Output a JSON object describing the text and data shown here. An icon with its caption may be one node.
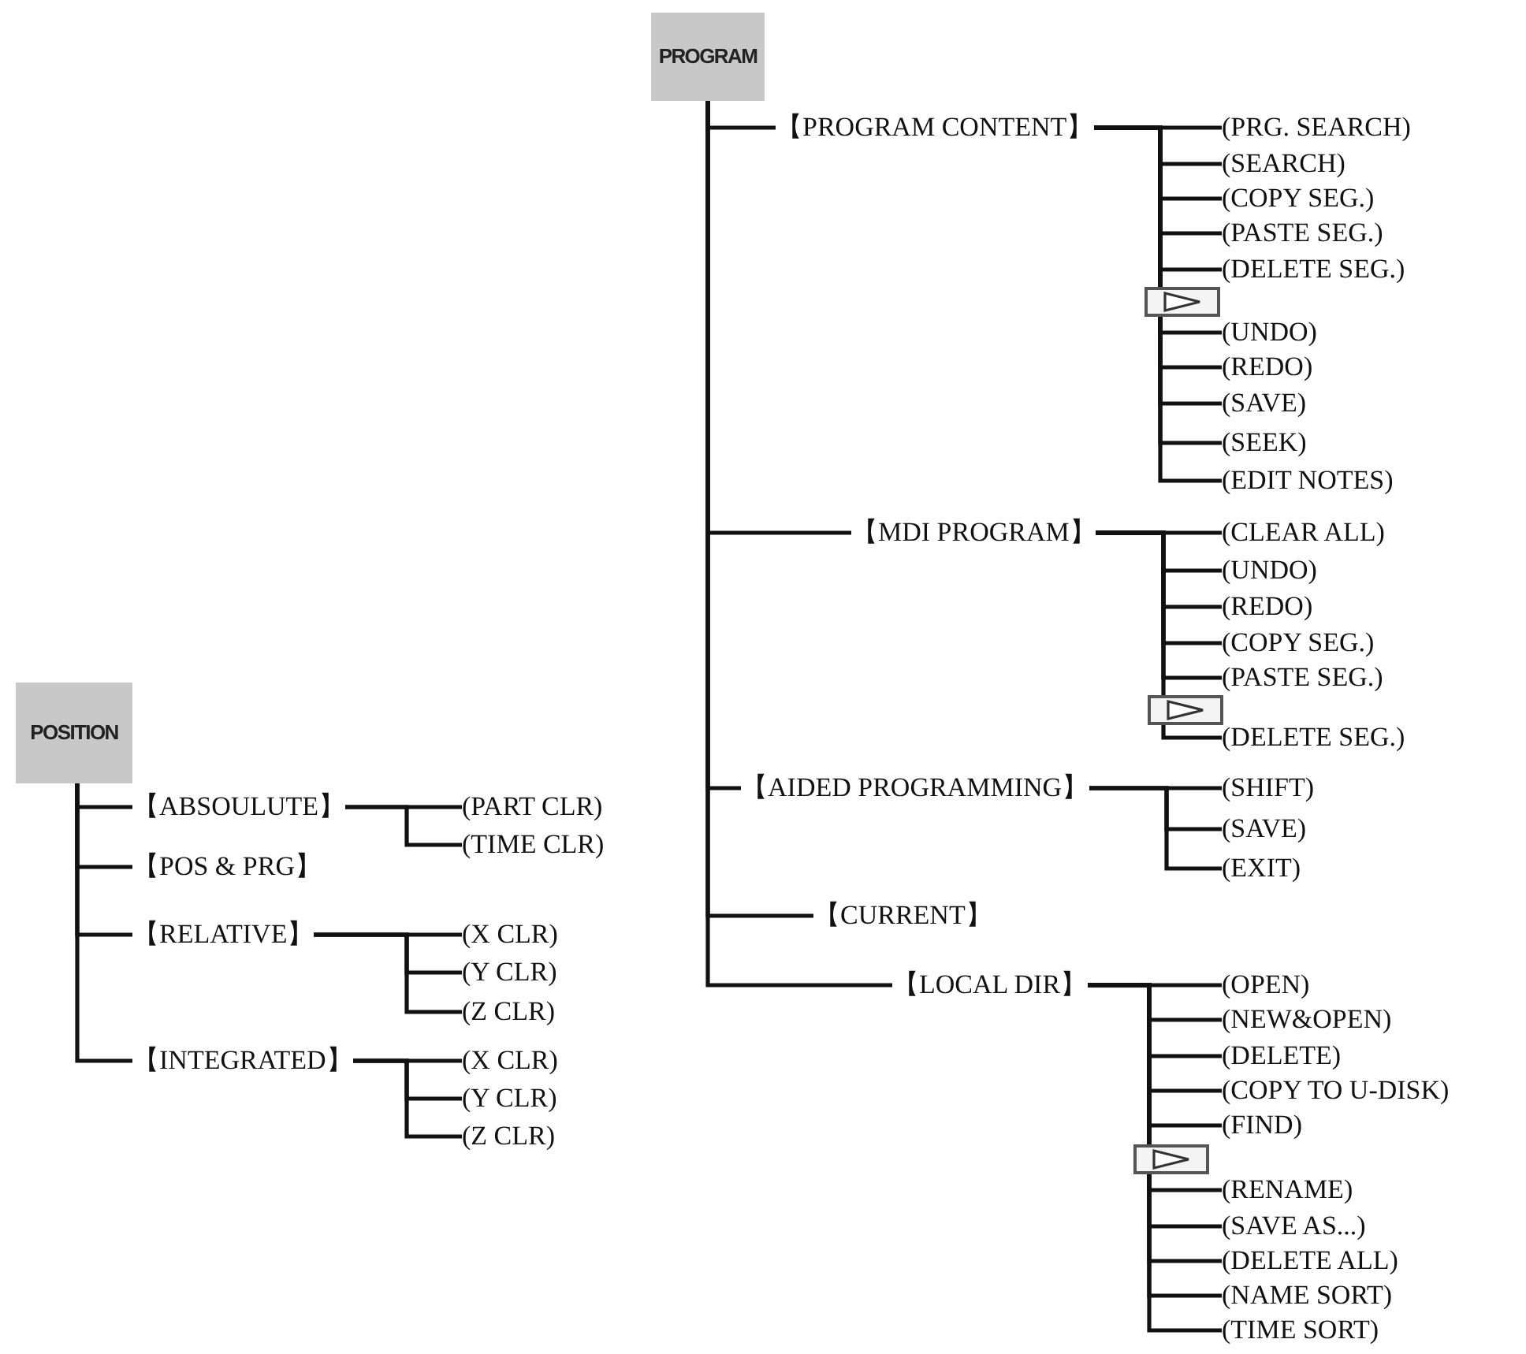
{
  "diagram": {
    "nodes": [
      {
        "text": [
          "PROGRAM"
        ]
      },
      {
        "text": [
          "【PROGRAM CONTENT】"
        ]
      },
      {
        "text": [
          "(PRG. SEARCH)"
        ]
      },
      {
        "text": [
          "(SEARCH)"
        ]
      },
      {
        "text": [
          "(COPY SEG.)"
        ]
      },
      {
        "text": [
          "(PASTE SEG.)"
        ]
      },
      {
        "text": [
          "(DELETE SEG.)"
        ]
      },
      {
        "text": [
          "(UNDO)"
        ]
      },
      {
        "text": [
          "(REDO)"
        ]
      },
      {
        "text": [
          "(SAVE)"
        ]
      },
      {
        "text": [
          "(SEEK)"
        ]
      },
      {
        "text": [
          "(EDIT NOTES)"
        ]
      },
      {
        "text": [
          "【MDI PROGRAM】"
        ]
      },
      {
        "text": [
          "(CLEAR ALL)"
        ]
      },
      {
        "text": [
          "(UNDO)"
        ]
      },
      {
        "text": [
          "(REDO)"
        ]
      },
      {
        "text": [
          "(COPY SEG.)"
        ]
      },
      {
        "text": [
          "(PASTE SEG.)"
        ]
      },
      {
        "text": [
          "(DELETE SEG.)"
        ]
      },
      {
        "text": [
          "【AIDED PROGRAMMING】"
        ]
      },
      {
        "text": [
          "(SHIFT)"
        ]
      },
      {
        "text": [
          "(SAVE)"
        ]
      },
      {
        "text": [
          "(EXIT)"
        ]
      },
      {
        "text": [
          "【CURRENT】"
        ]
      },
      {
        "text": [
          "【LOCAL DIR】"
        ]
      },
      {
        "text": [
          "(OPEN)"
        ]
      },
      {
        "text": [
          "(NEW&OPEN)"
        ]
      },
      {
        "text": [
          "(DELETE)"
        ]
      },
      {
        "text": [
          "(COPY TO U-DISK)"
        ]
      },
      {
        "text": [
          "(FIND)"
        ]
      },
      {
        "text": [
          "(RENAME)"
        ]
      },
      {
        "text": [
          "(SAVE AS...)"
        ]
      },
      {
        "text": [
          "(DELETE ALL)"
        ]
      },
      {
        "text": [
          "(NAME SORT)"
        ]
      },
      {
        "text": [
          "(TIME SORT)"
        ]
      },
      {
        "text": [
          "POSITION"
        ]
      },
      {
        "text": [
          "【ABSOULUTE】"
        ]
      },
      {
        "text": [
          "(PART CLR)"
        ]
      },
      {
        "text": [
          "(TIME CLR)"
        ]
      },
      {
        "text": [
          "【POS & PRG】"
        ]
      },
      {
        "text": [
          "【RELATIVE】"
        ]
      },
      {
        "text": [
          "(X CLR)"
        ]
      },
      {
        "text": [
          "(Y CLR)"
        ]
      },
      {
        "text": [
          "(Z CLR)"
        ]
      },
      {
        "text": [
          "【INTEGRATED】"
        ]
      },
      {
        "text": [
          "(X CLR)"
        ]
      },
      {
        "text": [
          "(Y CLR)"
        ]
      },
      {
        "text": [
          "(Z CLR)"
        ]
      }
    ],
    "edges": [
      {
        "from": 0,
        "to": 1,
        "arrow": "none"
      },
      {
        "from": 1,
        "to": 2,
        "arrow": "none"
      },
      {
        "from": 1,
        "to": 3,
        "arrow": "none"
      },
      {
        "from": 1,
        "to": 4,
        "arrow": "none"
      },
      {
        "from": 1,
        "to": 5,
        "arrow": "none"
      },
      {
        "from": 1,
        "to": 6,
        "arrow": "none"
      },
      {
        "from": 1,
        "to": 7,
        "arrow": "none"
      },
      {
        "from": 1,
        "to": 8,
        "arrow": "none"
      },
      {
        "from": 1,
        "to": 9,
        "arrow": "none"
      },
      {
        "from": 1,
        "to": 10,
        "arrow": "none"
      },
      {
        "from": 1,
        "to": 11,
        "arrow": "none"
      },
      {
        "from": 0,
        "to": 12,
        "arrow": "none"
      },
      {
        "from": 12,
        "to": 13,
        "arrow": "none"
      },
      {
        "from": 12,
        "to": 14,
        "arrow": "none"
      },
      {
        "from": 12,
        "to": 15,
        "arrow": "none"
      },
      {
        "from": 12,
        "to": 16,
        "arrow": "none"
      },
      {
        "from": 12,
        "to": 17,
        "arrow": "none"
      },
      {
        "from": 12,
        "to": 18,
        "arrow": "none"
      },
      {
        "from": 0,
        "to": 19,
        "arrow": "none"
      },
      {
        "from": 19,
        "to": 20,
        "arrow": "none"
      },
      {
        "from": 19,
        "to": 21,
        "arrow": "none"
      },
      {
        "from": 19,
        "to": 22,
        "arrow": "none"
      },
      {
        "from": 0,
        "to": 23,
        "arrow": "none"
      },
      {
        "from": 0,
        "to": 24,
        "arrow": "none"
      },
      {
        "from": 24,
        "to": 25,
        "arrow": "none"
      },
      {
        "from": 24,
        "to": 26,
        "arrow": "none"
      },
      {
        "from": 24,
        "to": 27,
        "arrow": "none"
      },
      {
        "from": 24,
        "to": 28,
        "arrow": "none"
      },
      {
        "from": 24,
        "to": 29,
        "arrow": "none"
      },
      {
        "from": 24,
        "to": 30,
        "arrow": "none"
      },
      {
        "from": 24,
        "to": 31,
        "arrow": "none"
      },
      {
        "from": 24,
        "to": 32,
        "arrow": "none"
      },
      {
        "from": 24,
        "to": 33,
        "arrow": "none"
      },
      {
        "from": 24,
        "to": 34,
        "arrow": "none"
      },
      {
        "from": 35,
        "to": 36,
        "arrow": "none"
      },
      {
        "from": 36,
        "to": 37,
        "arrow": "none"
      },
      {
        "from": 36,
        "to": 38,
        "arrow": "none"
      },
      {
        "from": 35,
        "to": 39,
        "arrow": "none"
      },
      {
        "from": 35,
        "to": 40,
        "arrow": "none"
      },
      {
        "from": 40,
        "to": 41,
        "arrow": "none"
      },
      {
        "from": 40,
        "to": 42,
        "arrow": "none"
      },
      {
        "from": 40,
        "to": 43,
        "arrow": "none"
      },
      {
        "from": 35,
        "to": 44,
        "arrow": "none"
      },
      {
        "from": 44,
        "to": 45,
        "arrow": "none"
      },
      {
        "from": 44,
        "to": 46,
        "arrow": "none"
      },
      {
        "from": 44,
        "to": 47,
        "arrow": "none"
      }
    ]
  }
}
